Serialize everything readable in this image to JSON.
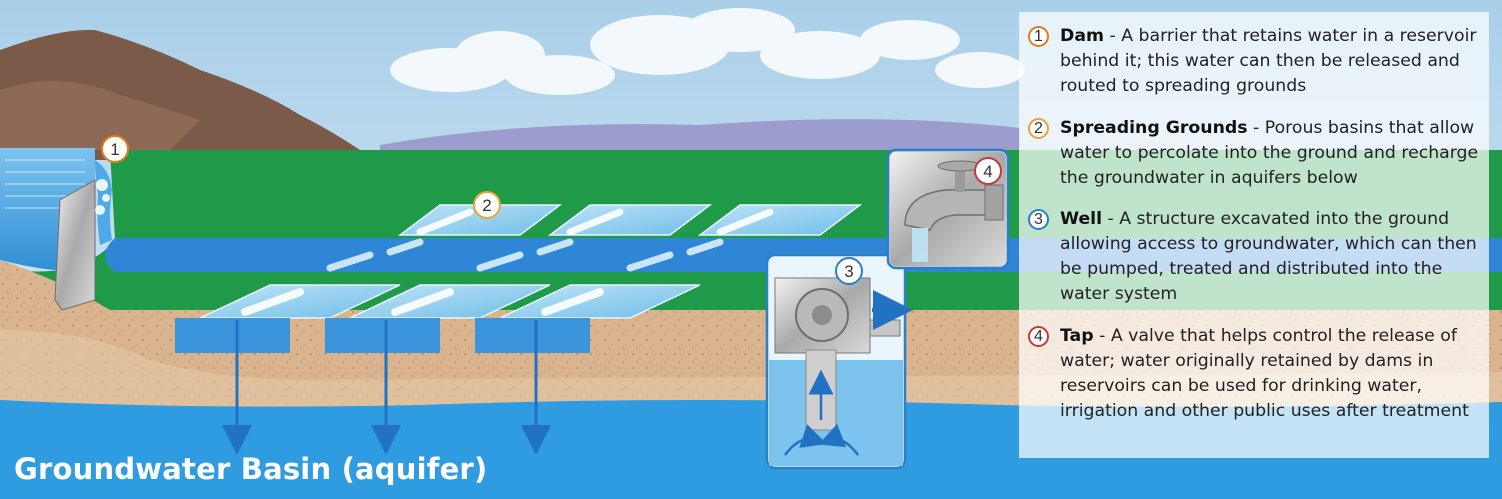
{
  "colors": {
    "sky": "#cfe3f2",
    "mountain": "#7b5a4a",
    "ground_green": "#1e9a48",
    "soil": "#d9b48f",
    "aquifer": "#2f9be0",
    "water_light": "#9fd4f0",
    "arrow": "#2272c3",
    "marker_dam": "#e07b22",
    "marker_spreading": "#e9a23b",
    "marker_well": "#2a7fc8",
    "marker_tap": "#c23b3b"
  },
  "basin_label": "Groundwater Basin (aquifer)",
  "markers": {
    "dam": "1",
    "spreading": "2",
    "well": "3",
    "tap": "4"
  },
  "legend": [
    {
      "num": "1",
      "term": "Dam",
      "description": " - A barrier that retains water in a reservoir behind it; this water can then be released and routed to spreading grounds",
      "color": "#e07b22"
    },
    {
      "num": "2",
      "term": "Spreading Grounds",
      "description": " - Porous basins that allow water to percolate into the ground and recharge the groundwater in aquifers below",
      "color": "#e9a23b"
    },
    {
      "num": "3",
      "term": "Well",
      "description": " - A structure excavated into the ground allowing access to groundwater, which can then be pumped, treated and distributed into the water system",
      "color": "#2a7fc8"
    },
    {
      "num": "4",
      "term": "Tap",
      "description": " - A valve that helps control the release of water; water originally retained by dams in reservoirs can be used for drinking water, irrigation and other public uses after treatment",
      "color": "#c23b3b"
    }
  ]
}
